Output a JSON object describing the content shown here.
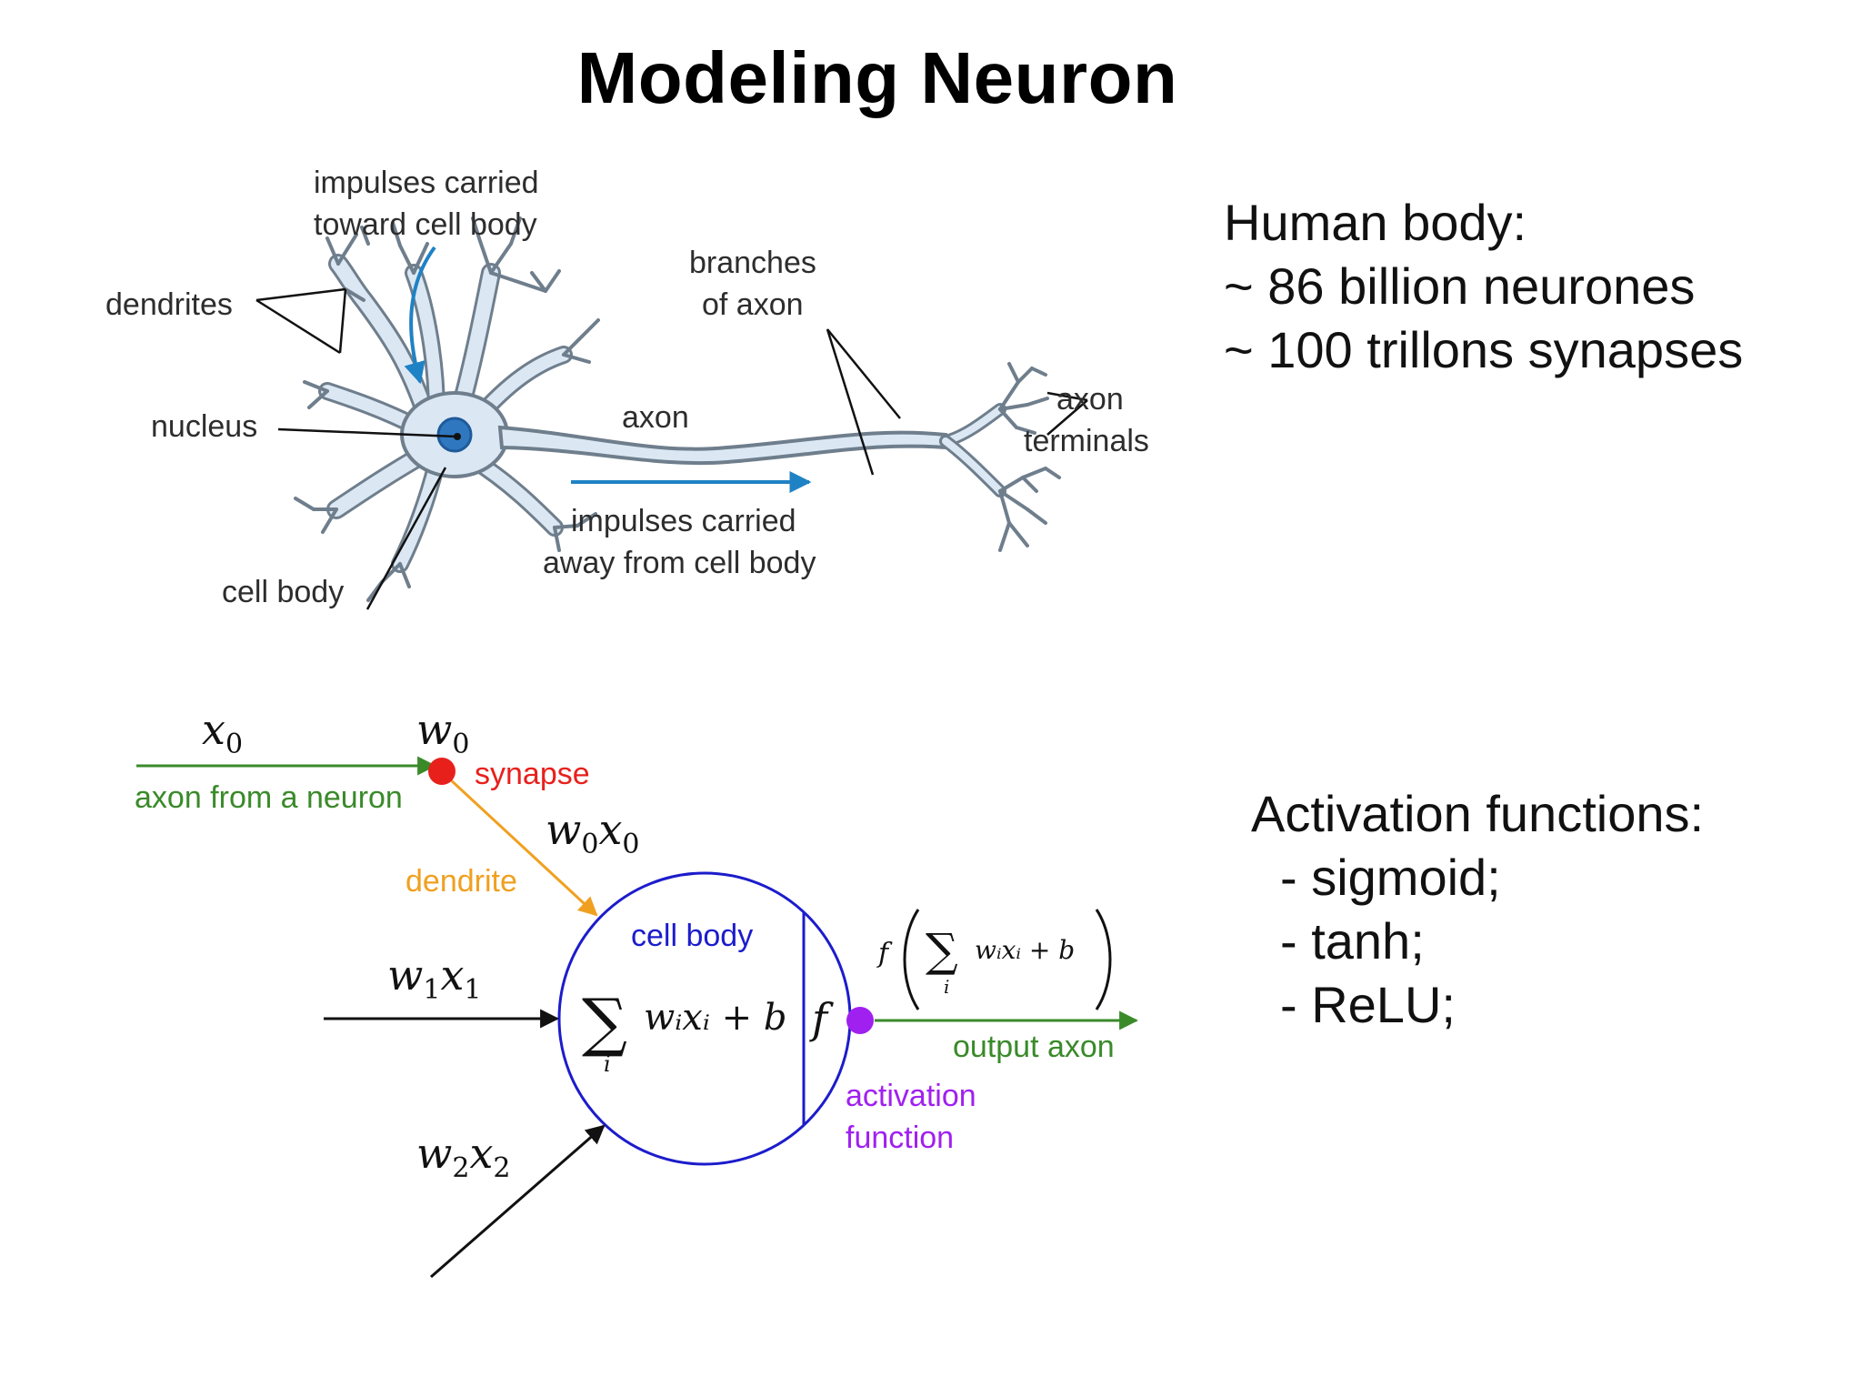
{
  "slide": {
    "title": "Modeling Neuron"
  },
  "facts": {
    "heading": "Human body:",
    "lines": [
      "~ 86 billion neurones",
      "~ 100 trillons synapses"
    ]
  },
  "activation": {
    "heading": "Activation functions:",
    "items": [
      "- sigmoid;",
      "- tanh;",
      "- ReLU;"
    ]
  },
  "bio_diagram": {
    "labels": {
      "impulses_toward_1": "impulses carried",
      "impulses_toward_2": "toward cell body",
      "branches_1": "branches",
      "branches_2": "of axon",
      "dendrites": "dendrites",
      "nucleus": "nucleus",
      "axon": "axon",
      "axon_terminals_1": "axon",
      "axon_terminals_2": "terminals",
      "impulses_away_1": "impulses carried",
      "impulses_away_2": "away from cell body",
      "cell_body": "cell body"
    }
  },
  "math_diagram": {
    "x0": "x",
    "x0_sub": "0",
    "w0": "w",
    "w0_sub": "0",
    "synapse": "synapse",
    "axon_from": "axon from a neuron",
    "w0x0_w": "w",
    "w0x0_x": "x",
    "w0x0_sub": "0",
    "dendrite": "dendrite",
    "cell_body": "cell body",
    "w1x1_w": "w",
    "w1x1_x": "x",
    "w1x1_sub": "1",
    "w2x2_w": "w",
    "w2x2_x": "x",
    "w2x2_sub": "2",
    "sum_symbol": "∑",
    "sum_index": "i",
    "sum_expr": "wᵢxᵢ + b",
    "f": "f",
    "f_out_expr": "wᵢxᵢ + b",
    "output_axon": "output axon",
    "activation_1": "activation",
    "activation_2": "function",
    "colors": {
      "green": "#3a8a2a",
      "orange": "#f0a020",
      "red": "#e8201c",
      "blue": "#1c1ccc",
      "purple": "#a020f0",
      "neuron_fill": "#dbe8f4",
      "neuron_stroke": "#6f7e8c",
      "arrow_blue": "#1f82c4"
    }
  }
}
